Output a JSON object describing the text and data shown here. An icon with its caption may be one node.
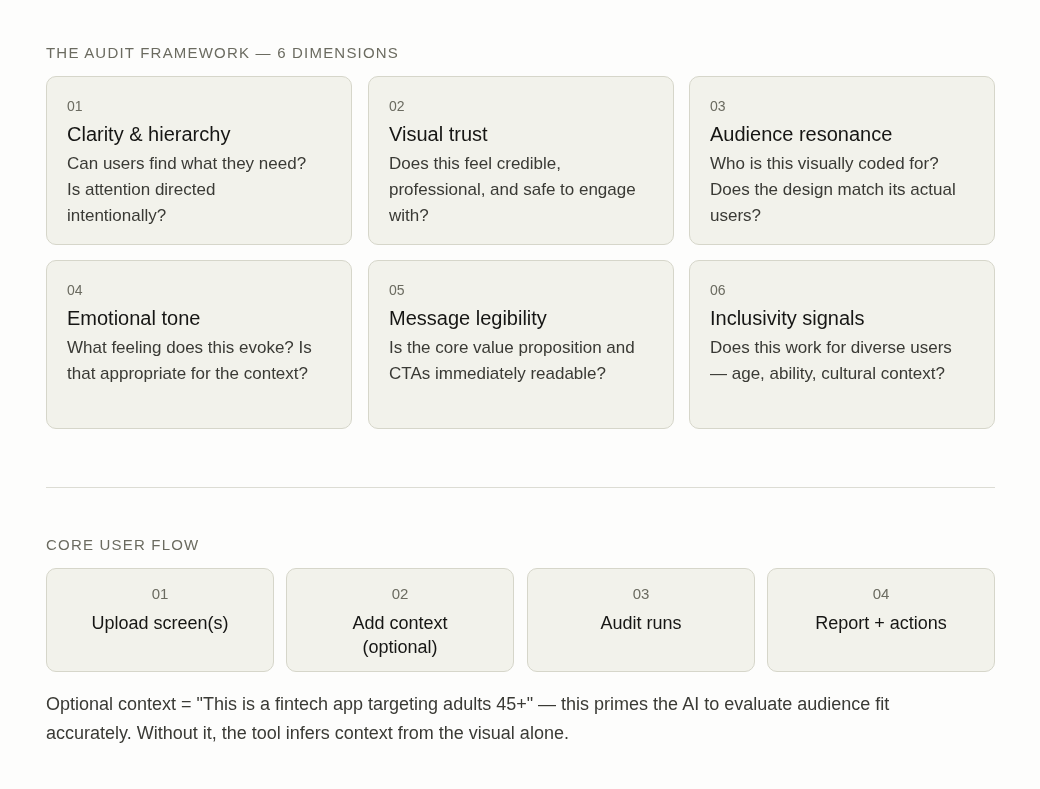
{
  "diagram": {
    "nodes": [
      {
        "text": [
          "01",
          "Clarity & hierarchy",
          "Can users find what they need? Is attention directed intentionally?"
        ]
      },
      {
        "text": [
          "02",
          "Visual trust",
          "Does this feel credible, professional, and safe to engage with?"
        ]
      },
      {
        "text": [
          "03",
          "Audience resonance",
          "Who is this visually coded for? Does the design match its actual users?"
        ]
      },
      {
        "text": [
          "04",
          "Emotional tone",
          "What feeling does this evoke? Is that appropriate for the context?"
        ]
      },
      {
        "text": [
          "05",
          "Message legibility",
          "Is the core value proposition and CTAs immediately readable?"
        ]
      },
      {
        "text": [
          "06",
          "Inclusivity signals",
          "Does this work for diverse users — age, ability, cultural context?"
        ]
      },
      {
        "text": [
          "01",
          "Upload screen(s)"
        ]
      },
      {
        "text": [
          "02",
          "Add context (optional)"
        ]
      },
      {
        "text": [
          "03",
          "Audit runs"
        ]
      },
      {
        "text": [
          "04",
          "Report + actions"
        ]
      }
    ],
    "edges": [],
    "labels": [
      "THE AUDIT FRAMEWORK — 6 DIMENSIONS",
      "CORE USER FLOW",
      "Optional context = \"This is a fintech app targeting adults 45+\" — this primes the AI to evaluate audience fit accurately. Without it, the tool infers context from the visual alone."
    ]
  }
}
